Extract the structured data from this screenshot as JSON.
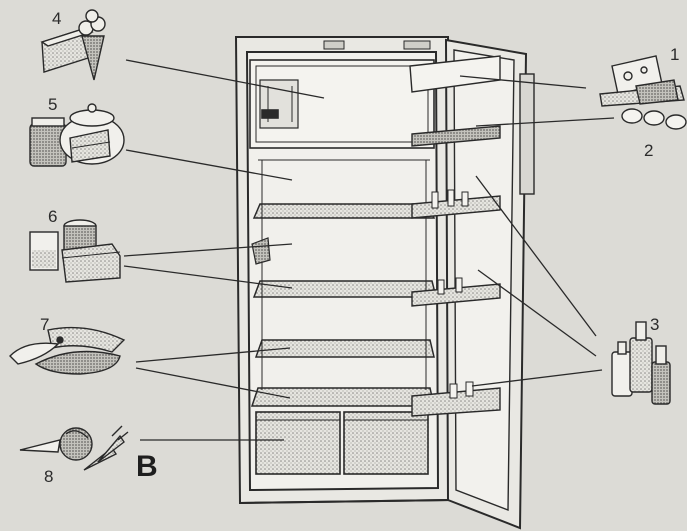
{
  "labels": {
    "n1": "1",
    "n2": "2",
    "n3": "3",
    "n4": "4",
    "n5": "5",
    "n6": "6",
    "n7": "7",
    "n8": "8",
    "panel": "B"
  },
  "colors": {
    "background": "#dcdbd6",
    "line": "#2a2a2a",
    "shade": "#b9b8b2",
    "fill_light": "#ecebe6"
  }
}
